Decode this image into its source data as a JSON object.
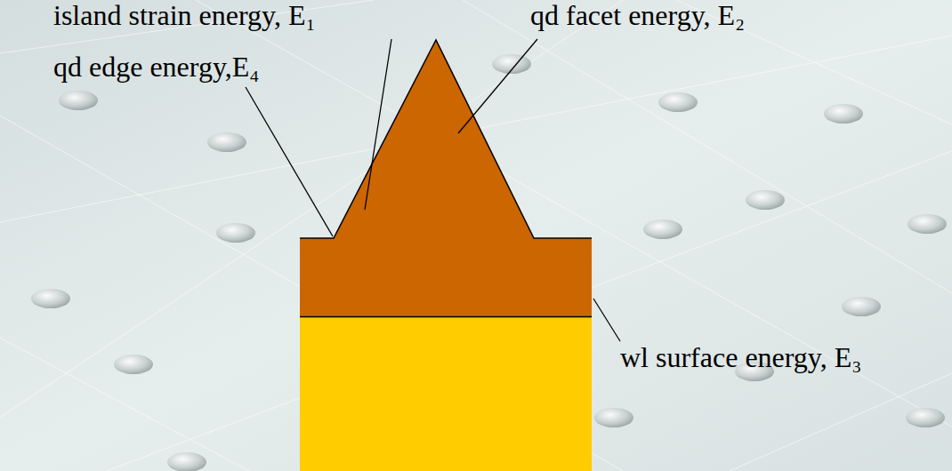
{
  "diagram": {
    "labels": [
      "island strain energy, E₁",
      "qd facet energy, E₂",
      "qd edge energy,E₄",
      "wl surface energy, E₃"
    ]
  }
}
